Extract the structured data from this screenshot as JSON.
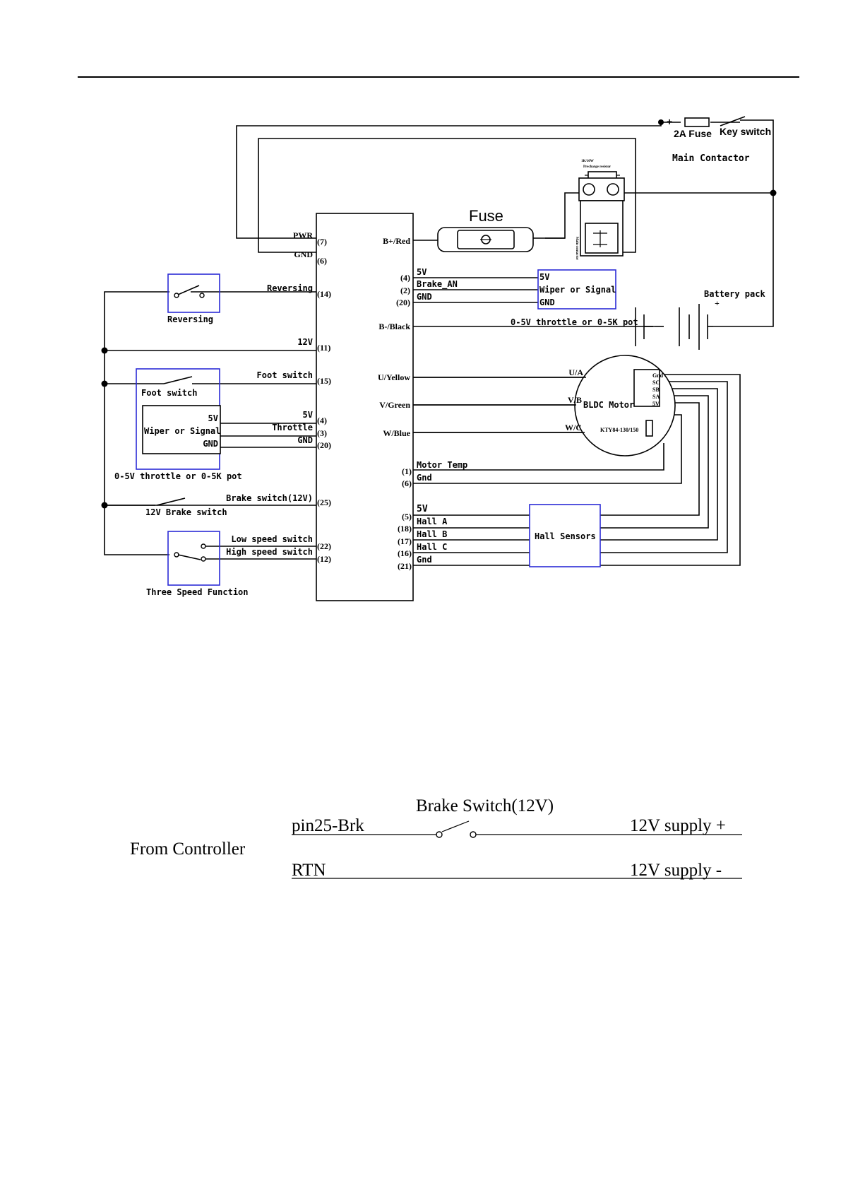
{
  "controller": {
    "left_pins": {
      "pwr": "PWR",
      "pwr_pin": "(7)",
      "gnd": "GND",
      "gnd_pin": "(6)",
      "reversing": "Reversing",
      "reversing_pin": "(14)",
      "v12": "12V",
      "v12_pin": "(11)",
      "foot": "Foot switch",
      "foot_pin": "(15)",
      "v5": "5V",
      "v5_pin": "(4)",
      "throttle": "Throttle",
      "throttle_pin": "(3)",
      "tgnd": "GND",
      "tgnd_pin": "(20)",
      "brake": "Brake switch(12V)",
      "brake_pin": "(25)",
      "low": "Low speed switch",
      "low_pin": "(22)",
      "high": "High speed switch",
      "high_pin": "(12)"
    },
    "right_pins": {
      "bplus": "B+/Red",
      "p4": "(4)",
      "v5": "5V",
      "p2": "(2)",
      "brake_an": "Brake_AN",
      "p20": "(20)",
      "gnd": "GND",
      "bminus": "B-/Black",
      "u": "U/Yellow",
      "v": "V/Green",
      "w": "W/Blue",
      "p1": "(1)",
      "motor_temp": "Motor Temp",
      "p6": "(6)",
      "temp_gnd": "Gnd",
      "p5": "(5)",
      "hall5v": "5V",
      "p18": "(18)",
      "hall_a": "Hall A",
      "p17": "(17)",
      "hall_b": "Hall B",
      "p16": "(16)",
      "hall_c": "Hall C",
      "p21": "(21)",
      "hall_gnd": "Gnd"
    }
  },
  "components": {
    "fuse": "Fuse",
    "fuse_2a": "2A Fuse",
    "key_switch": "Key switch",
    "plus": "+",
    "main_contactor": "Main Contactor",
    "resistor_label": "1K/10W",
    "resistor_sub": "Precharge resistor",
    "contactor_side": "Main contactor",
    "battery_pack": "Battery pack",
    "battery_plus": "+",
    "pot_label_right": "0-5V throttle or 0-5K pot",
    "wiper_5v": "5V",
    "wiper_signal": "Wiper or Signal",
    "wiper_gnd": "GND",
    "reversing_box": "Reversing",
    "foot_box": "Foot switch",
    "left_wiper_5v": "5V",
    "left_wiper_signal": "Wiper or Signal",
    "left_wiper_gnd": "GND",
    "pot_label_left": "0-5V throttle or 0-5K pot",
    "brake_box": "12V Brake switch",
    "three_speed": "Three Speed Function",
    "motor": "BLDC Motor",
    "ua": "U/A",
    "vb": "V/B",
    "wc": "W/C",
    "kty": "KTY84-130/150",
    "hall_pins": [
      "Gnd",
      "SC",
      "SB",
      "SA",
      "5V"
    ],
    "hall_sensors": "Hall Sensors"
  },
  "brake_diagram": {
    "title": "Brake Switch(12V)",
    "from": "From Controller",
    "pin": "pin25-Brk",
    "rtn": "RTN",
    "supply_plus": "12V supply +",
    "supply_minus": "12V supply -"
  }
}
